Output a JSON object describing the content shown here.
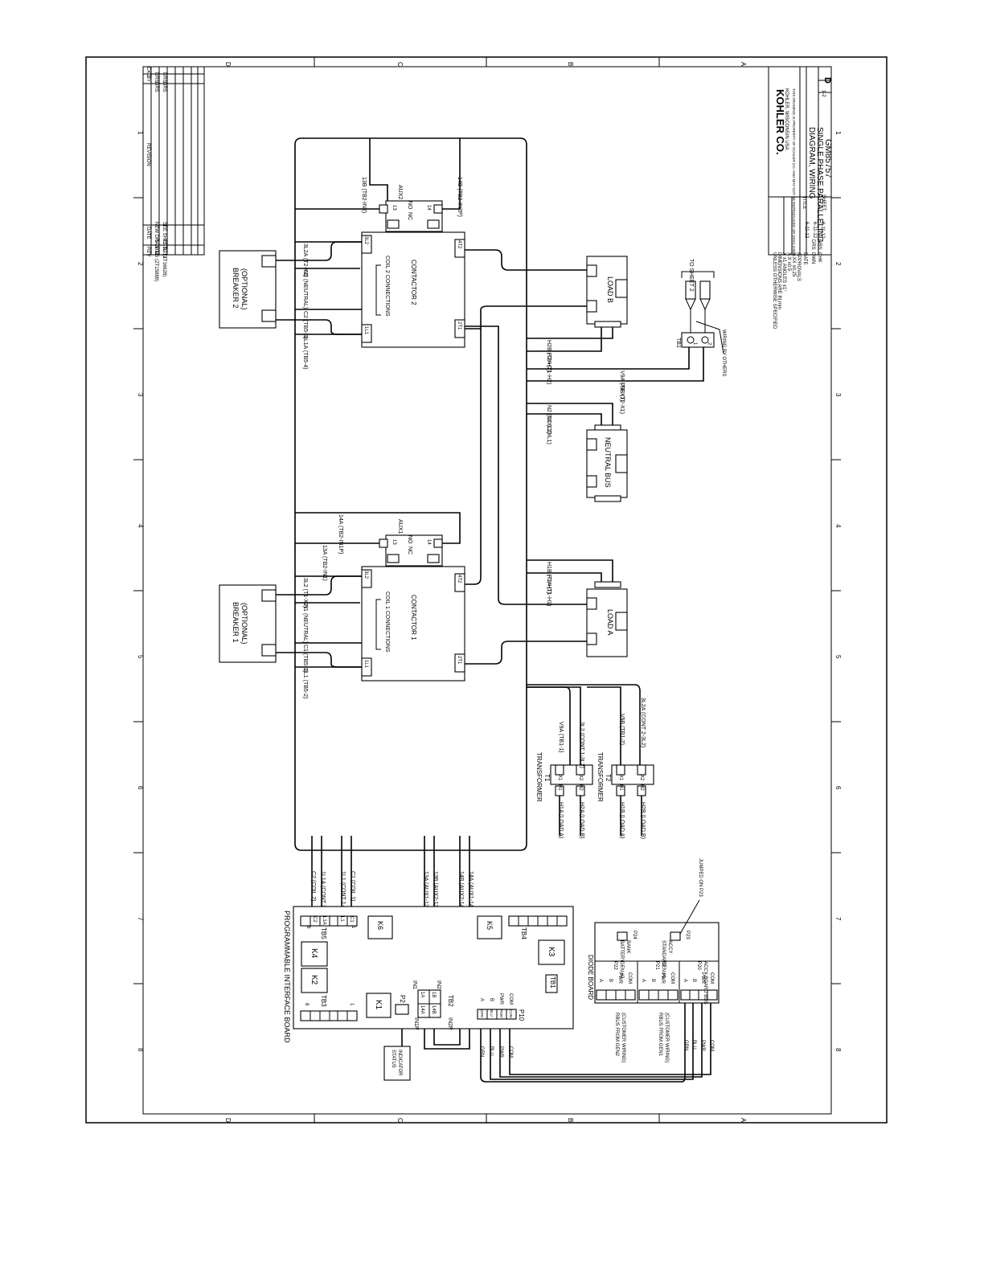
{
  "frame": {
    "zone_letters": [
      "D",
      "C",
      "B",
      "A"
    ],
    "zone_numbers": [
      "1",
      "2",
      "3",
      "4",
      "5",
      "6",
      "7",
      "8"
    ]
  },
  "revision_block": {
    "header": [
      "REV",
      "DATE",
      "REVISION",
      "BY",
      "CKD"
    ],
    "rows": [
      [
        "-",
        "6-11-12",
        "NEW DRAWING (ZT15889)",
        "DRS",
        "DRS"
      ],
      [
        "A",
        "11-11-13",
        "SEE SHEET 2 (ZT16628)",
        "DRS",
        "DRS"
      ]
    ]
  },
  "title_block": {
    "company": "KOHLER CO.",
    "city": "KOHLER, WISCONSIN  USA",
    "proprietary_note": "THIS DRAWING IS PROPERTY OF KOHLER CO. AND MAY NOT BE REPRODUCED OR DISCLOSED",
    "title_line_1": "DIAGRAM, WIRING",
    "title_line_2": "SINGLE PHASE PARALLELING",
    "drawing_number": "GM85757",
    "size": "D",
    "sheet": "1-2",
    "scale": "SHEET",
    "label_title": "TITLE",
    "label_dwn": "DWN",
    "label_chk": "CHK",
    "label_date": "DATE",
    "label_approvals": "APPROVALS",
    "drawn_by": "DRS",
    "checked_by": "DRS",
    "dates": [
      "6-11-12",
      "6-11-12",
      "6-11-12"
    ],
    "tolerances": [
      "UNLESS OTHERWISE SPECIFIED",
      "DIMENSIONS ARE IN mm",
      "X  ±1  ANGLES ±1°",
      "X.X  ±0.5",
      "X.XX  ±0.25"
    ]
  },
  "breakers": [
    {
      "title": "BREAKER 1",
      "sub": "(OPTIONAL)"
    },
    {
      "title": "BREAKER 2",
      "sub": "(OPTIONAL)"
    }
  ],
  "contactors": [
    {
      "name": "CONTACTOR 1",
      "coil": "COIL 1 CONNECTIONS",
      "terminals": [
        "1L1",
        "3L2",
        "2T1",
        "4T2"
      ]
    },
    {
      "name": "CONTACTOR 2",
      "coil": "COIL 2 CONNECTIONS",
      "terminals": [
        "1L1",
        "3L2",
        "2T1",
        "4T2"
      ]
    }
  ],
  "aux_contacts": [
    {
      "name": "AUX1",
      "nc": "NC",
      "no": "NO",
      "pins": [
        "13",
        "14"
      ]
    },
    {
      "name": "AUX2",
      "nc": "NC",
      "no": "NO",
      "pins": [
        "13",
        "14"
      ]
    }
  ],
  "wire_labels": {
    "c1": [
      "1L1 (TB5-2)",
      "C1 (TB5-1)",
      "N1 (NEUTRAL)",
      "3L2 (T1-X2)"
    ],
    "aux1": [
      "13A (TB2-IN1)",
      "14A (TB2-IN1P)"
    ],
    "c2": [
      "1L1A (TB5-4)",
      "C2 (TB5-3)",
      "N2 (NEUTRAL)",
      "3L2A (T2-X2)"
    ],
    "aux2": [
      "13B (TB2-IN2)",
      "14B (TB2-IN2P)"
    ],
    "loads_a": [
      "H1A (T1-H1)",
      "H1B (T2-H1)"
    ],
    "loads_b": [
      "H2A (T1-H2)",
      "H2B (T2-H2)"
    ],
    "coil_neutral": [
      "N1 (COIL1)",
      "N2 (COIL2)"
    ],
    "tb1": [
      "V9A (T1-X1)",
      "V9B (T2-X1)"
    ],
    "pib": [
      "C2 (COIL 2)",
      "1L1A (CONT 2-1L1)",
      "1L1 (CONT 1-1L1)",
      "C1 (COIL 1)",
      "13A (AUX1-13)",
      "13B (AUX2-13)",
      "14B (AUX2-14)",
      "14A (AUX1-14)"
    ],
    "t1": [
      "V9A (TB1-1)",
      "3L2 (CONT 1-3L2)",
      "H1A (LOAD A)",
      "H2A (LOAD B)"
    ],
    "t2": [
      "V9B (TB1-2)",
      "3L2A (CONT 2-3L2)",
      "H1B (LOAD A)",
      "H2B (LOAD B)"
    ]
  },
  "loads": [
    "LOAD A",
    "LOAD B"
  ],
  "neutral_bus": "NEUTRAL BUS",
  "tb1_block": {
    "name": "TB1",
    "terminals": [
      "1",
      "2"
    ],
    "to_sheet": "TO SHEET 2",
    "note": "WIRING BY OTHERS"
  },
  "transformers": [
    {
      "name": "TRANSFORMER",
      "id": "T1",
      "pins": [
        "H1",
        "H2",
        "X1",
        "X2"
      ]
    },
    {
      "name": "TRANSFORMER",
      "id": "T2",
      "pins": [
        "H1",
        "H2",
        "X1",
        "X2"
      ]
    }
  ],
  "pib": {
    "title": "PROGRAMMABLE INTERFACE BOARD",
    "relays": [
      "K1",
      "K2",
      "K3",
      "K4",
      "K5",
      "K6"
    ],
    "tb5": {
      "name": "TB5",
      "pins": [
        "C2",
        "L1A",
        "L1",
        "C1"
      ],
      "nums": [
        "8",
        "1"
      ]
    },
    "tb3": {
      "name": "TB3",
      "nums": [
        "8",
        "1"
      ]
    },
    "tb4": "TB4",
    "tb1": "TB1",
    "tb2": {
      "name": "TB2",
      "pins": [
        "IN1",
        "IN2",
        "IN1P",
        "IN2P"
      ],
      "codes": [
        "1A",
        "1B",
        "14A",
        "14B"
      ]
    },
    "p2": "P2",
    "p10": {
      "name": "P10",
      "pins": [
        "A",
        "B",
        "PWR",
        "COM"
      ],
      "codes": [
        "GRN",
        "BLU",
        "PWR",
        "COM"
      ]
    }
  },
  "status_indicator": [
    "STATUS",
    "INDICATOR"
  ],
  "diode_board": {
    "title": "DIODE BOARD",
    "sections": [
      {
        "name": "P21",
        "lines": [
          "P21",
          "GEN #1"
        ],
        "pins": [
          "A",
          "B",
          "PWR",
          "COM"
        ]
      },
      {
        "name": "P22",
        "lines": [
          "P22",
          "GEN #2"
        ],
        "pins": [
          "A",
          "B",
          "PWR",
          "COM"
        ]
      },
      {
        "name": "P20",
        "lines": [
          "P20",
          "ACCY BOARD BUS"
        ],
        "pins": [
          "A",
          "B",
          "PWR",
          "COM"
        ]
      }
    ],
    "p23": [
      "P23",
      "STANDARD",
      "ACCY"
    ],
    "p24": [
      "P24",
      "BATTERY",
      "BANK"
    ],
    "jumper_note": "JUMPED ON P23"
  },
  "rbus": {
    "gen2": [
      "RBUS FROM GEN2",
      "(CUSTOMER WIRING)"
    ],
    "gen1": [
      "RBUS FROM GEN1",
      "(CUSTOMER WIRING)"
    ],
    "left_wires": [
      "GRN",
      "BLU",
      "PWR",
      "COM"
    ],
    "right_wires": [
      "GRN",
      "BLU",
      "PWR",
      "COM"
    ]
  }
}
